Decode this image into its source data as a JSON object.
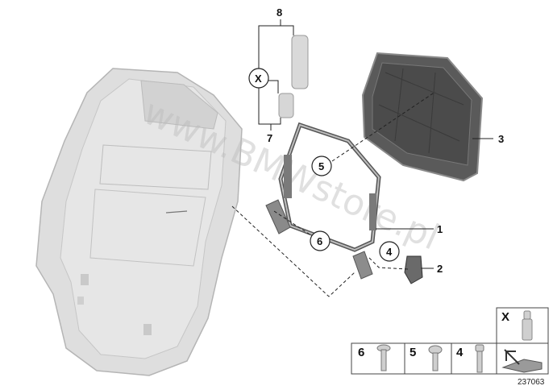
{
  "watermark": "www.BMWstore.pl",
  "callouts": {
    "c1": "1",
    "c2": "2",
    "c3": "3",
    "c4": "4",
    "c5": "5",
    "c6": "6",
    "c7": "7",
    "c8": "8",
    "cx": "X"
  },
  "legend": {
    "x_label": "X",
    "six": "6",
    "five": "5",
    "four": "4"
  },
  "reference_number": "237063",
  "colors": {
    "backrest_fill": "#dedede",
    "backrest_edge": "#b8b8b8",
    "cover_fill": "#5a5a5a",
    "cover_edge": "#8a8a8a",
    "line": "#222222"
  }
}
